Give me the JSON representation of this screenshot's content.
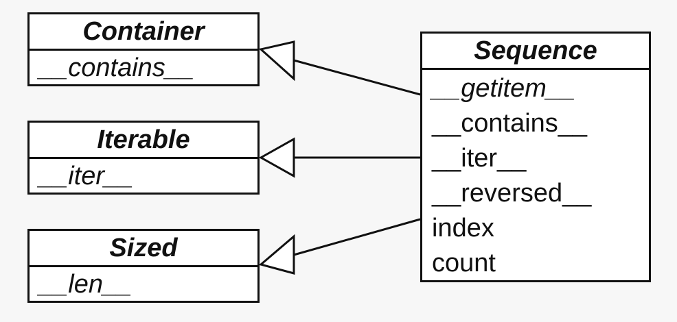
{
  "diagram": {
    "classes": [
      {
        "id": "container",
        "name": "Container",
        "members": [
          {
            "text": "__contains__",
            "italic": true
          }
        ]
      },
      {
        "id": "iterable",
        "name": "Iterable",
        "members": [
          {
            "text": "__iter__",
            "italic": true
          }
        ]
      },
      {
        "id": "sized",
        "name": "Sized",
        "members": [
          {
            "text": "__len__",
            "italic": true
          }
        ]
      },
      {
        "id": "sequence",
        "name": "Sequence",
        "members": [
          {
            "text": "__getitem__",
            "italic": true
          },
          {
            "text": "__contains__",
            "italic": false
          },
          {
            "text": "__iter__",
            "italic": false
          },
          {
            "text": "__reversed__",
            "italic": false
          },
          {
            "text": "index",
            "italic": false
          },
          {
            "text": "count",
            "italic": false
          }
        ]
      }
    ],
    "relations": [
      {
        "from": "sequence",
        "to": "container",
        "kind": "inheritance"
      },
      {
        "from": "sequence",
        "to": "iterable",
        "kind": "inheritance"
      },
      {
        "from": "sequence",
        "to": "sized",
        "kind": "inheritance"
      }
    ],
    "colors": {
      "line": "#111111",
      "box_fill": "#ffffff",
      "background": "#f7f7f7"
    }
  }
}
